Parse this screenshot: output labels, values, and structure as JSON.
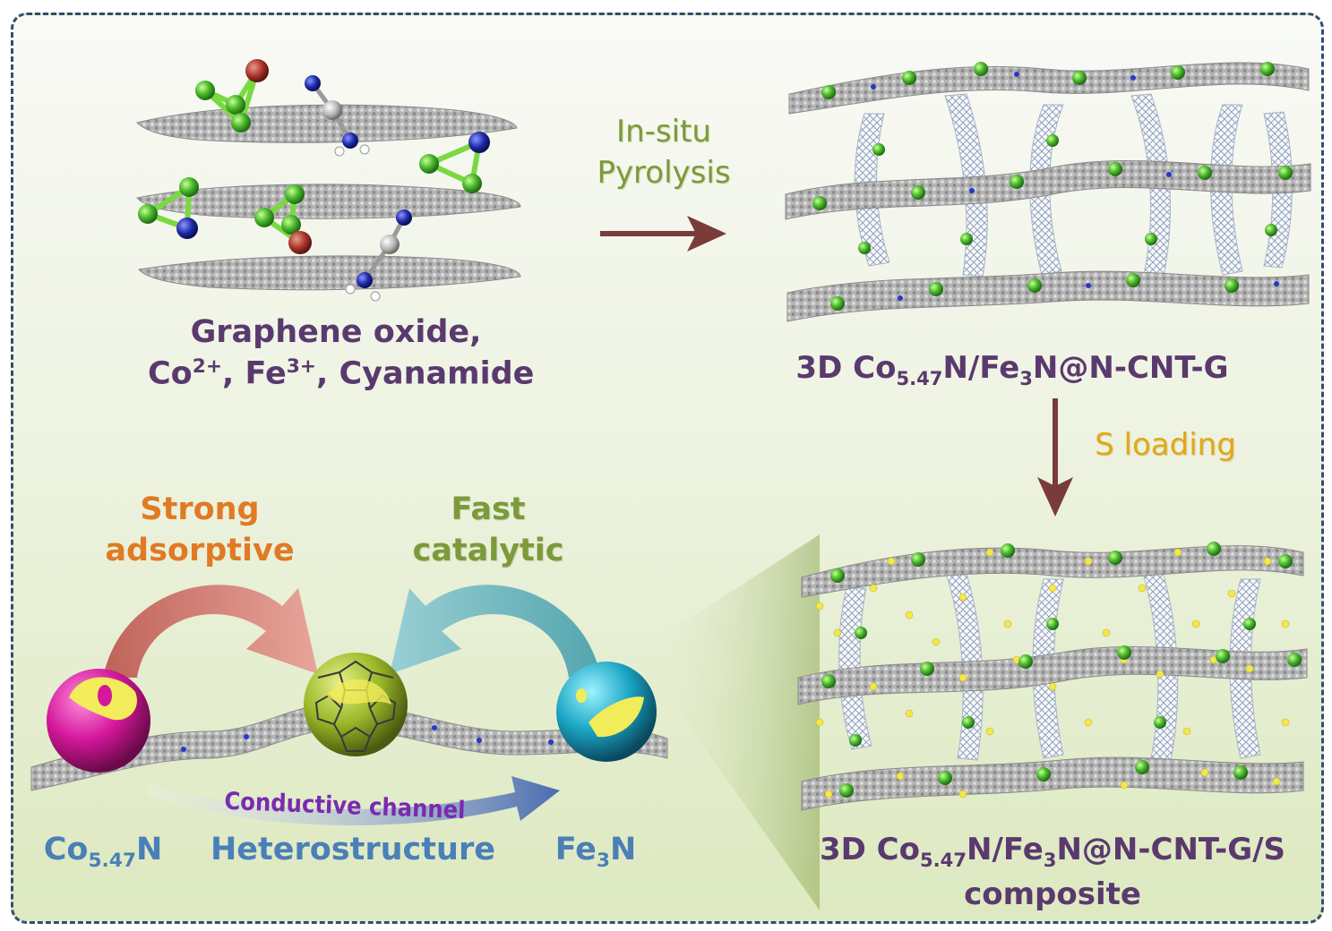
{
  "labels": {
    "precursor_line1": "Graphene oxide,",
    "precursor_line2": {
      "co": "Co",
      "co_sup": "2+",
      "mid": ", Fe",
      "fe_sup": "3+",
      "tail": ", Cyanamide"
    },
    "step1_line1": "In-situ",
    "step1_line2": "Pyrolysis",
    "product1": {
      "pre": "3D Co",
      "sub1": "5.47",
      "mid": "N/Fe",
      "sub2": "3",
      "tail": "N@N-CNT-G"
    },
    "step2": "S loading",
    "product2_line1": {
      "pre": "3D Co",
      "sub1": "5.47",
      "mid": "N/Fe",
      "sub2": "3",
      "tail": "N@N-CNT-G/S"
    },
    "product2_line2": "composite",
    "adsorptive_line1": "Strong",
    "adsorptive_line2": "adsorptive",
    "catalytic_line1": "Fast",
    "catalytic_line2": "catalytic",
    "conductive": "Conductive channel",
    "co_label": {
      "pre": "Co",
      "sub": "5.47",
      "tail": "N"
    },
    "hetero": "Heterostructure",
    "fe_label": {
      "pre": "Fe",
      "sub": "3",
      "tail": "N"
    }
  },
  "colors": {
    "border": "#2f4f6f",
    "text_purple": "#5a3a6e",
    "text_green": "#7c9a3a",
    "text_orange": "#e07a24",
    "text_blue": "#4a7fb8",
    "text_gold": "#e0a81a",
    "arrow": "#7a3b3b",
    "graphene": "#9a9a9a",
    "nitrogen": "#2838c8",
    "cobalt_green": "#6ad03a",
    "sulfur": "#f2e84a",
    "co_sphere": "#d4179b",
    "fe_sphere": "#1aa6c4"
  },
  "icons": [
    "graphene-sheet-icon",
    "cnt-icon",
    "cobalt-particle-icon",
    "sulfur-icon",
    "co-sphere-icon",
    "fe-sphere-icon",
    "fullerene-icon"
  ]
}
